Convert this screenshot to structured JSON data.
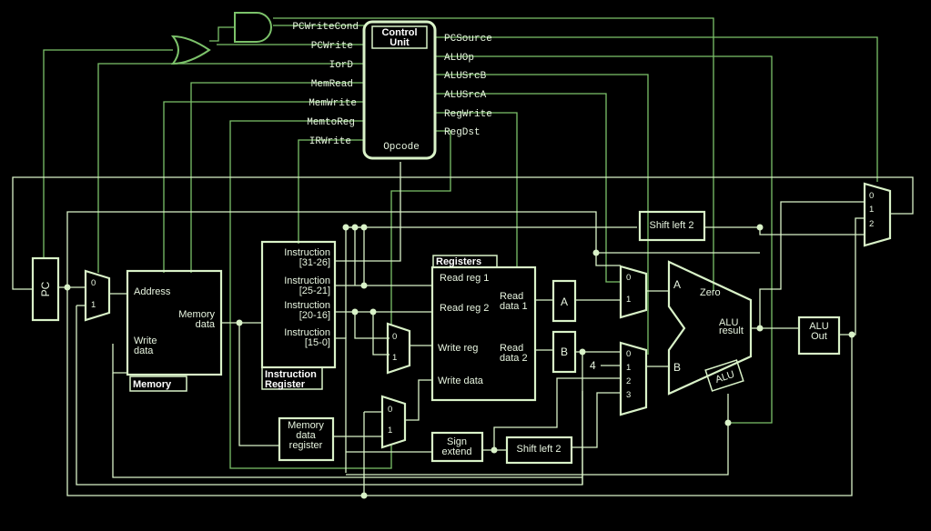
{
  "control_unit": {
    "title1": "Control",
    "title2": "Unit",
    "opcode": "Opcode",
    "outputs_left": [
      "PCWriteCond",
      "PCWrite",
      "IorD",
      "MemRead",
      "MemWrite",
      "MemtoReg",
      "IRWrite"
    ],
    "outputs_right": [
      "PCSource",
      "ALUOp",
      "ALUSrcB",
      "ALUSrcA",
      "RegWrite",
      "RegDst"
    ]
  },
  "pc": {
    "label": "PC"
  },
  "memory": {
    "title": "Memory",
    "address": "Address",
    "mem_data_1": "Memory",
    "mem_data_2": "data",
    "write_data_1": "Write",
    "write_data_2": "data"
  },
  "instruction_register": {
    "title1": "Instruction",
    "title2": "Register",
    "fields": [
      {
        "l1": "Instruction",
        "l2": "[31-26]"
      },
      {
        "l1": "Instruction",
        "l2": "[25-21]"
      },
      {
        "l1": "Instruction",
        "l2": "[20-16]"
      },
      {
        "l1": "Instruction",
        "l2": "[15-0]"
      }
    ]
  },
  "mdr": {
    "l1": "Memory",
    "l2": "data",
    "l3": "register"
  },
  "registers": {
    "title": "Registers",
    "read_reg_1": "Read reg 1",
    "read_reg_2": "Read reg 2",
    "write_reg": "Write reg",
    "write_data": "Write data",
    "read_data_1a": "Read",
    "read_data_1b": "data 1",
    "read_data_2a": "Read",
    "read_data_2b": "data 2"
  },
  "reg_a": "A",
  "reg_b": "B",
  "sign_extend": {
    "l1": "Sign",
    "l2": "extend"
  },
  "shift_left_top": "Shift left 2",
  "shift_left_bottom": "Shift left 2",
  "alu": {
    "tag": "ALU",
    "in_a": "A",
    "in_b": "B",
    "zero": "Zero",
    "result1": "ALU",
    "result2": "result"
  },
  "alu_out": {
    "l1": "ALU",
    "l2": "Out"
  },
  "constant_four": "4",
  "mux_labels": {
    "pc_mux": [
      "0",
      "1"
    ],
    "reg_dst_mux": [
      "0",
      "1"
    ],
    "memtoreg_mux": [
      "0",
      "1"
    ],
    "alusrca_mux": [
      "0",
      "1"
    ],
    "alusrcb_mux": [
      "0",
      "1",
      "2",
      "3"
    ],
    "pcsource_mux": [
      "0",
      "1",
      "2"
    ]
  }
}
